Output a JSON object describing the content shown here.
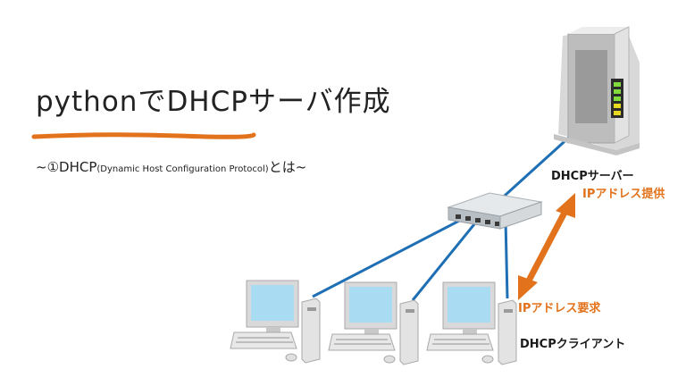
{
  "title": "pythonでDHCPサーバ作成",
  "subtitle": {
    "prefix": "~①DHCP",
    "detail": "(Dynamic Host Configuration Protocol)",
    "suffix": "とは~"
  },
  "labels": {
    "server": "DHCPサーバー",
    "ip_offer": "IPアドレス提供",
    "ip_request": "IPアドレス要求",
    "clients": "DHCPクライアント"
  },
  "colors": {
    "accent_orange": "#e2731c",
    "link_blue": "#1f6fb5"
  },
  "icons": [
    "server-icon",
    "switch-icon",
    "client-pc-icon",
    "client-pc-icon",
    "client-pc-icon",
    "double-arrow-icon"
  ]
}
